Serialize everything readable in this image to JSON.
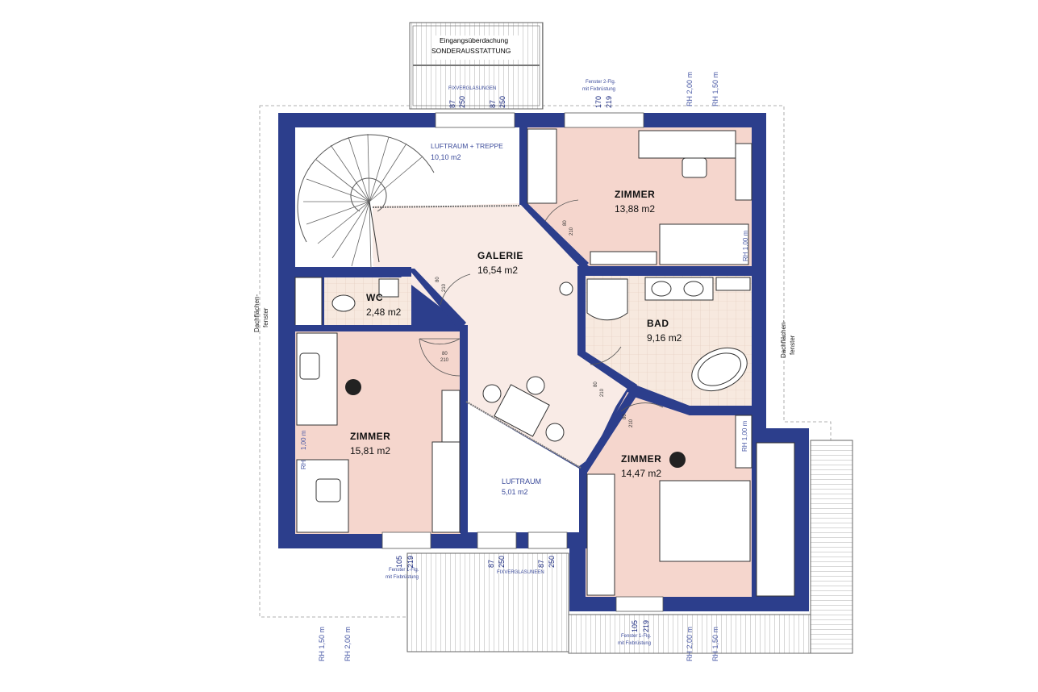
{
  "entrance": {
    "line1": "Eingangsüberdachung",
    "line2": "SONDERAUSSTATTUNG"
  },
  "rooms": {
    "luftraum_treppe": {
      "name": "LUFTRAUM + TREPPE",
      "area": "10,10 m2"
    },
    "zimmer_ne": {
      "name": "ZIMMER",
      "area": "13,88 m2"
    },
    "galerie": {
      "name": "GALERIE",
      "area": "16,54 m2"
    },
    "wc": {
      "name": "WC",
      "area": "2,48 m2"
    },
    "bad": {
      "name": "BAD",
      "area": "9,16 m2"
    },
    "zimmer_sw": {
      "name": "ZIMMER",
      "area": "15,81 m2"
    },
    "luftraum": {
      "name": "LUFTRAUM",
      "area": "5,01 m2"
    },
    "zimmer_se": {
      "name": "ZIMMER",
      "area": "14,47 m2"
    }
  },
  "labels": {
    "fixverglasungen_top": "FIXVERGLASUNGEN",
    "fixverglasungen_bottom": "FIXVERGLASUNEEN",
    "fenster_2flg_line1": "Fenster 2-Flg.",
    "fenster_2flg_line2": "mit Fixbrüstung",
    "fenster_1flg_line1": "Fenster 1-Flg.",
    "fenster_1flg_line2": "mit Fixbrüstung",
    "fenster_1flg_b_line1": "Fenster 1-Flg.",
    "fenster_1flg_b_line2": "mit Fixbrüstung",
    "dachflaechen_left_1": "Dachflächen-",
    "dachflaechen_left_2": "fenster",
    "dachflaechen_right_1": "Dachflächen-",
    "dachflaechen_right_2": "fenster"
  },
  "dims": {
    "top_87a": "87",
    "top_250a": "250",
    "top_87b": "87",
    "top_250b": "250",
    "top_170": "170",
    "top_219": "219",
    "bot_105a": "105",
    "bot_219a": "219",
    "bot_87a": "87",
    "bot_250a": "250",
    "bot_87b": "87",
    "bot_250b": "250",
    "bot_105b": "105",
    "bot_219b": "219"
  },
  "rh": {
    "top_200": "RH 2,00 m",
    "top_150": "RH 1,50 m",
    "bl_150": "RH 1,50 m",
    "bl_200": "RH 2,00 m",
    "br_200": "RH 2,00 m",
    "br_150": "RH 1,50 m",
    "zimmer_ne_100": "RH 1,00 m",
    "zimmer_sw_100": "1,00 m",
    "zimmer_sw_rh": "RH",
    "zimmer_se_100": "RH 1,00 m"
  },
  "doors": {
    "galerie_zimmer": {
      "w": "80",
      "h": "210"
    },
    "wc": {
      "w": "80",
      "h": "210"
    },
    "zimmer_sw": {
      "w": "80",
      "h": "210"
    },
    "bad": {
      "w": "80",
      "h": "210"
    },
    "zimmer_se": {
      "w": "80",
      "h": "210"
    }
  },
  "colors": {
    "wall": "#2c3e8c",
    "room_pink": "#f5d6cd",
    "floor_light": "#f9ebe6",
    "luftraum": "#ffffff",
    "tile": "#f7e9df",
    "text_blue": "#3a4a9a"
  }
}
